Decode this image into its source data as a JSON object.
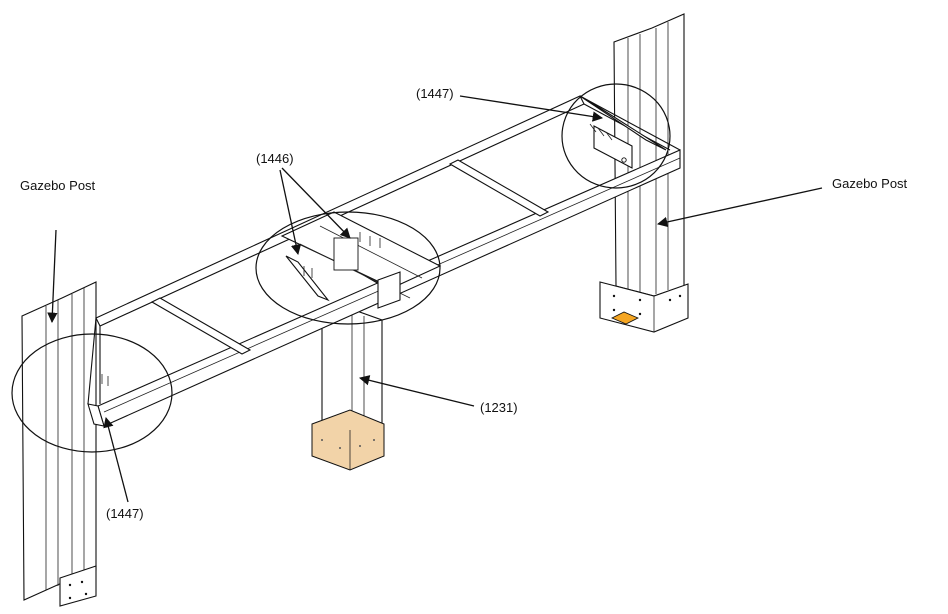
{
  "labels": {
    "gazebo_post_left": "Gazebo Post",
    "gazebo_post_right": "Gazebo Post",
    "part_1447_top": "(1447)",
    "part_1446": "(1446)",
    "part_1231": "(1231)",
    "part_1447_bottom": "(1447)"
  },
  "colors": {
    "line": "#111111",
    "wood_block": "#f2d3a8",
    "orange_bracket": "#f5a623",
    "background": "#ffffff"
  }
}
